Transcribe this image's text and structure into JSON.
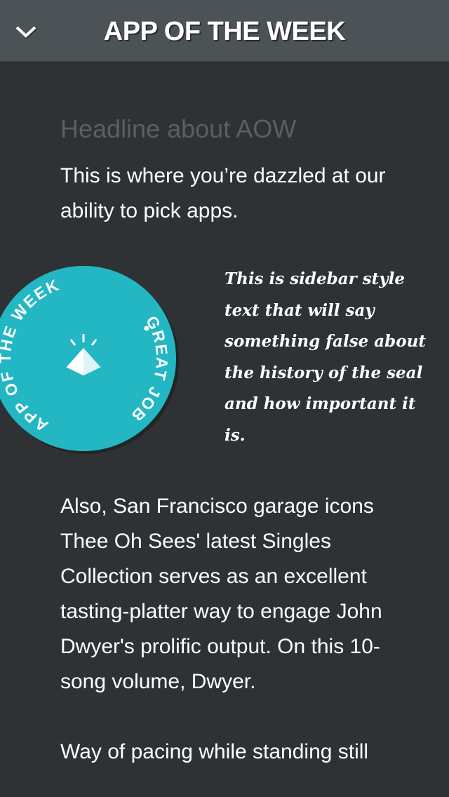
{
  "navbar": {
    "title": "APP OF THE WEEK",
    "collapse_icon": "chevron-down-icon",
    "background": "#4b5356"
  },
  "article": {
    "headline": "Headline about AOW",
    "intro": "This is where you’re dazzled at our ability to pick apps.",
    "sidebar_text": "This is sidebar style text that will say something false about the history of the seal and how important it is.",
    "body": "Also, San Francisco garage icons Thee Oh Sees' latest Singles Collection serves as an excellent tasting-platter way to engage John Dwyer's prolific output. On this 10-song volume, Dwyer.",
    "body_continued": "Way of pacing while standing still"
  },
  "seal": {
    "top_text": "APP OF THE WEEK",
    "bottom_text": "GREAT JOB",
    "icon": "pyramid-logo-icon",
    "color": "#22b7c3"
  },
  "colors": {
    "background": "#2f3234",
    "headline": "#5a5f62",
    "text": "#ffffff",
    "accent": "#22b7c3"
  }
}
